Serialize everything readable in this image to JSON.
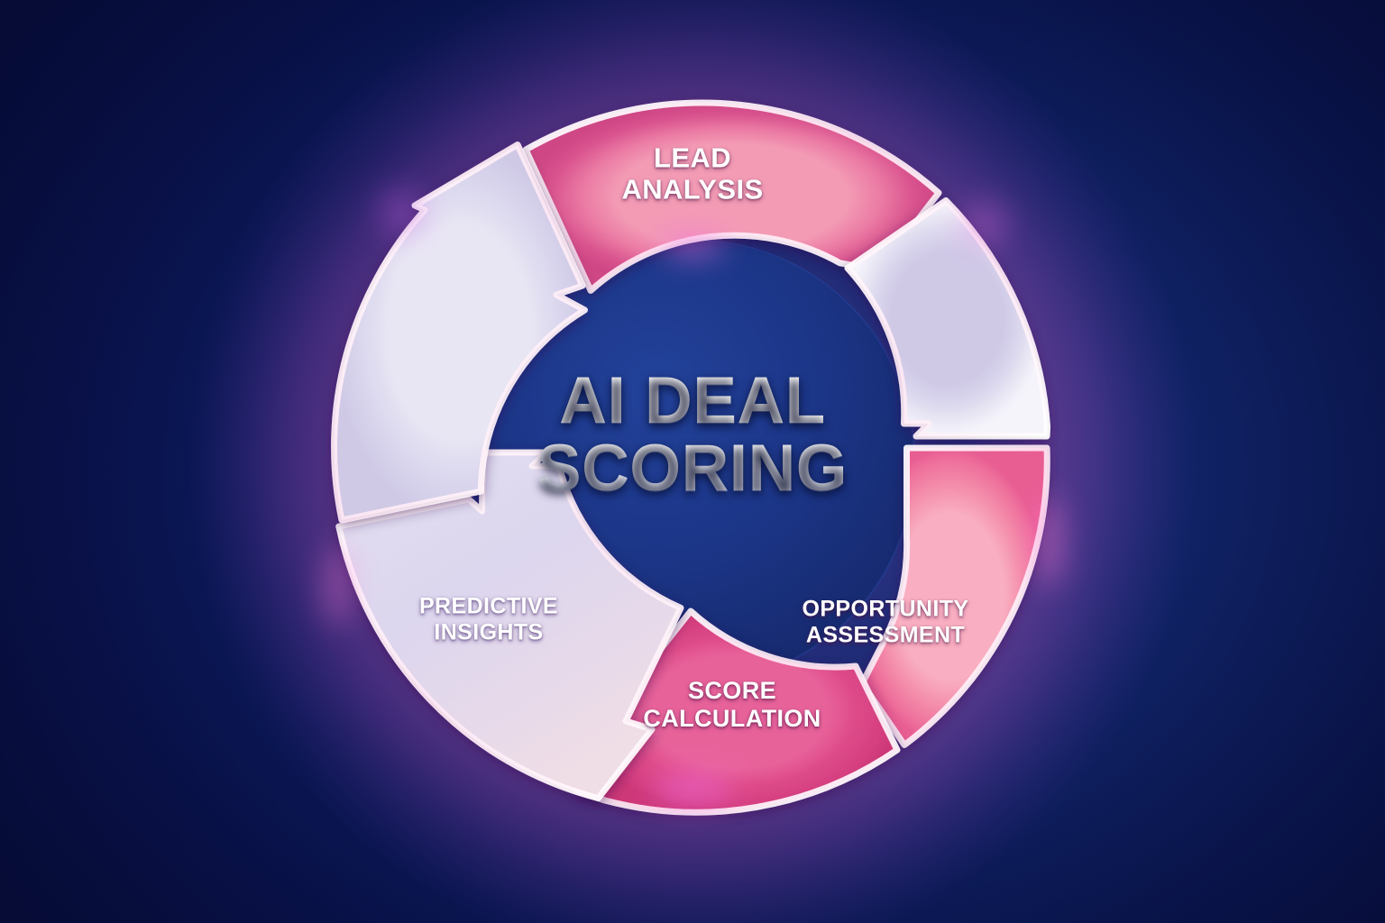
{
  "diagram": {
    "title": "AI Deal Scoring",
    "center": {
      "line1": "AI DEAL",
      "line2": "SCORING"
    },
    "type": "cyclical-process-ring",
    "segment_count": 6,
    "labeled_segment_count": 4,
    "direction": "clockwise",
    "segments": [
      {
        "id": "lead-analysis",
        "label_line1": "LEAD",
        "label_line2": "ANALYSIS",
        "color": "#d9538e",
        "style": "pink",
        "position": "top"
      },
      {
        "id": "connector-upper-right",
        "label_line1": "",
        "label_line2": "",
        "color": "#ddd8ee",
        "style": "light",
        "position": "upper-right"
      },
      {
        "id": "opportunity-assessment",
        "label_line1": "OPPORTUNITY",
        "label_line2": "ASSESSMENT",
        "color": "#f2809f",
        "style": "pink",
        "position": "lower-right"
      },
      {
        "id": "score-calculation",
        "label_line1": "SCORE",
        "label_line2": "CALCULATION",
        "color": "#d9407f",
        "style": "pink",
        "position": "bottom"
      },
      {
        "id": "predictive-insights",
        "label_line1": "PREDICTIVE",
        "label_line2": "INSIGHTS",
        "color": "#ddd8ee",
        "style": "light",
        "position": "lower-left"
      },
      {
        "id": "connector-upper-left",
        "label_line1": "",
        "label_line2": "",
        "color": "#e6e2f2",
        "style": "light",
        "position": "upper-left"
      }
    ],
    "colors": {
      "background_dark": "#0a1350",
      "background_mid": "#16307c",
      "pink_deep": "#d4427f",
      "pink_light": "#f49ab5",
      "lavender_light": "#ece9f6",
      "lavender_mid": "#d3cde8",
      "outline": "#ffffff",
      "glow": "#e85cc8",
      "text": "#ffffff"
    }
  }
}
